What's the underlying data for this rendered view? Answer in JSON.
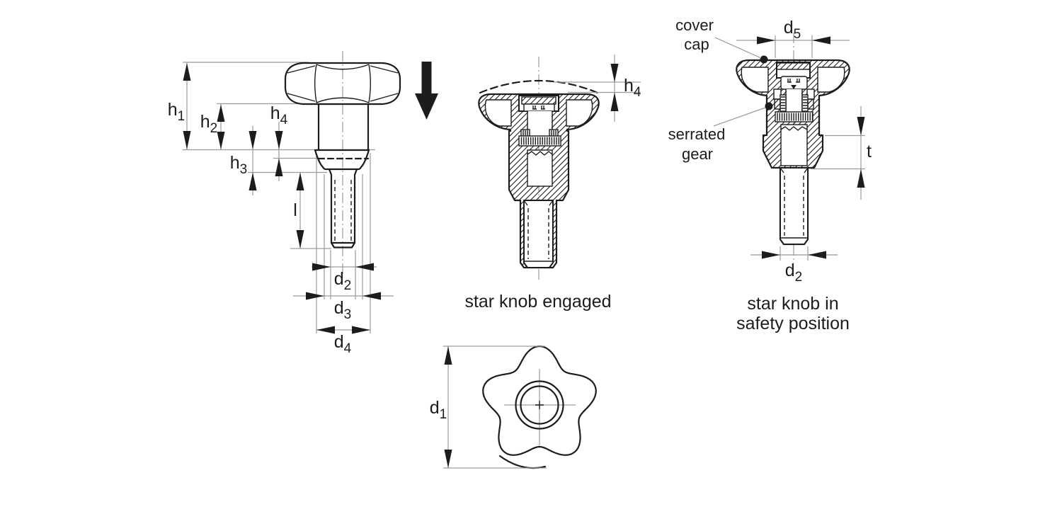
{
  "figure": {
    "captions": {
      "engaged": "star knob engaged",
      "safety_line1": "star knob in",
      "safety_line2": "safety position"
    },
    "annotations": {
      "cover_cap_line1": "cover",
      "cover_cap_line2": "cap",
      "serrated_gear_line1": "serrated",
      "serrated_gear_line2": "gear"
    },
    "dims": {
      "h1": {
        "base": "h",
        "sub": "1"
      },
      "h2": {
        "base": "h",
        "sub": "2"
      },
      "h3": {
        "base": "h",
        "sub": "3"
      },
      "h4": {
        "base": "h",
        "sub": "4"
      },
      "h4_mid": {
        "base": "h",
        "sub": "4"
      },
      "l": {
        "base": "l",
        "sub": ""
      },
      "d1": {
        "base": "d",
        "sub": "1"
      },
      "d2": {
        "base": "d",
        "sub": "2"
      },
      "d2_right": {
        "base": "d",
        "sub": "2"
      },
      "d3": {
        "base": "d",
        "sub": "3"
      },
      "d4": {
        "base": "d",
        "sub": "4"
      },
      "d5": {
        "base": "d",
        "sub": "5"
      },
      "t": {
        "base": "t",
        "sub": ""
      }
    },
    "colors": {
      "outline": "#1c1c1c",
      "dimension_lines": "#9a9a9a",
      "background": "#ffffff"
    }
  }
}
